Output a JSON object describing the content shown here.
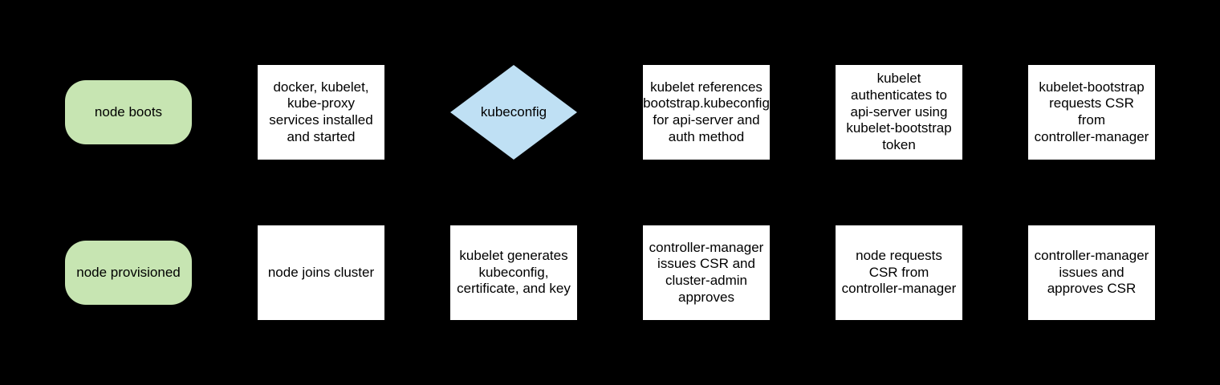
{
  "diagram": {
    "type": "flowchart",
    "topic": "kubernetes node bootstrap / TLS bootstrapping flow",
    "background_color": "#000000",
    "text_color": "#000000",
    "colors": {
      "terminator_fill": "#c7e5b2",
      "process_fill": "#ffffff",
      "decision_fill": "#bfe0f4"
    }
  },
  "nodes": [
    {
      "shape": "terminator",
      "row": 1,
      "col": 1,
      "fill": "#c7e5b2",
      "label": "node boots"
    },
    {
      "shape": "process",
      "row": 1,
      "col": 2,
      "fill": "#ffffff",
      "label": "docker, kubelet,\nkube-proxy\nservices installed\nand started"
    },
    {
      "shape": "decision",
      "row": 1,
      "col": 3,
      "fill": "#bfe0f4",
      "label": "kubeconfig"
    },
    {
      "shape": "process",
      "row": 1,
      "col": 4,
      "fill": "#ffffff",
      "label": "kubelet references\nbootstrap.kubeconfig\nfor api-server and\nauth method"
    },
    {
      "shape": "process",
      "row": 1,
      "col": 5,
      "fill": "#ffffff",
      "label": "kubelet\nauthenticates to\napi-server using\nkubelet-bootstrap\ntoken"
    },
    {
      "shape": "process",
      "row": 1,
      "col": 6,
      "fill": "#ffffff",
      "label": "kubelet-bootstrap\nrequests CSR\nfrom\ncontroller-manager"
    },
    {
      "shape": "terminator",
      "row": 2,
      "col": 1,
      "fill": "#c7e5b2",
      "label": "node provisioned"
    },
    {
      "shape": "process",
      "row": 2,
      "col": 2,
      "fill": "#ffffff",
      "label": "node joins cluster"
    },
    {
      "shape": "process",
      "row": 2,
      "col": 3,
      "fill": "#ffffff",
      "label": "kubelet generates\nkubeconfig,\ncertificate, and key"
    },
    {
      "shape": "process",
      "row": 2,
      "col": 4,
      "fill": "#ffffff",
      "label": "controller-manager\nissues CSR and\ncluster-admin\napproves"
    },
    {
      "shape": "process",
      "row": 2,
      "col": 5,
      "fill": "#ffffff",
      "label": "node requests\nCSR from\ncontroller-manager"
    },
    {
      "shape": "process",
      "row": 2,
      "col": 6,
      "fill": "#ffffff",
      "label": "controller-manager\nissues and\napproves CSR"
    }
  ]
}
